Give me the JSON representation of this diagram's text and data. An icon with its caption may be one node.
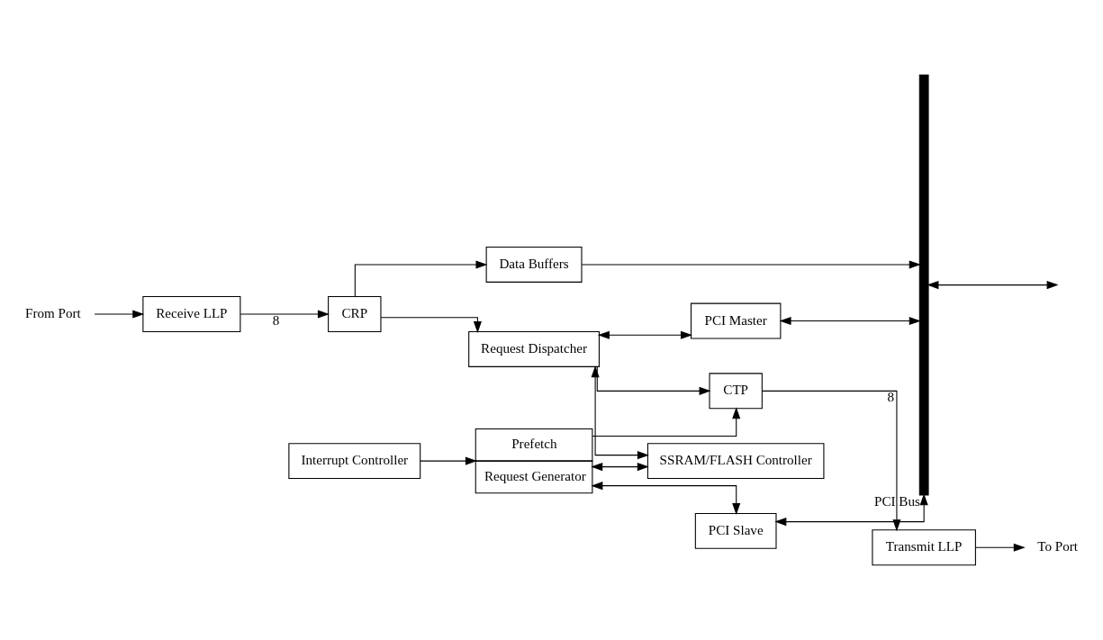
{
  "diagram": {
    "nodes": [
      {
        "text": [
          "From Port"
        ]
      },
      {
        "text": [
          "Receive LLP"
        ]
      },
      {
        "text": [
          "CRP"
        ]
      },
      {
        "text": [
          "Data Buffers"
        ]
      },
      {
        "text": [
          "Request Dispatcher"
        ]
      },
      {
        "text": [
          "PCI Master"
        ]
      },
      {
        "text": [
          "PCI Bus"
        ]
      },
      {
        "text": [
          "To Port"
        ]
      },
      {
        "text": [
          "Transmit LLP"
        ]
      },
      {
        "text": [
          "CTP"
        ]
      },
      {
        "text": [
          "Prefetch",
          "Request Generator"
        ]
      },
      {
        "text": [
          "PCI Slave"
        ]
      },
      {
        "text": [
          "SSRAM/FLASH Controller"
        ]
      },
      {
        "text": [
          "Interrupt Controller"
        ]
      }
    ],
    "edges": [
      {
        "from": 0,
        "to": 1,
        "arrow": "to"
      },
      {
        "from": 1,
        "to": 2,
        "arrow": "to",
        "label": "8"
      },
      {
        "from": 2,
        "to": 3,
        "arrow": "to"
      },
      {
        "from": 2,
        "to": 4,
        "arrow": "to"
      },
      {
        "from": 3,
        "to": 6,
        "arrow": "to"
      },
      {
        "from": 4,
        "to": 5,
        "arrow": "both"
      },
      {
        "from": 5,
        "to": 6,
        "arrow": "both"
      },
      {
        "from": 4,
        "to": 9,
        "arrow": "to"
      },
      {
        "from": 4,
        "to": 12,
        "arrow": "both"
      },
      {
        "from": 10,
        "to": 9,
        "arrow": "to"
      },
      {
        "from": 9,
        "to": 8,
        "arrow": "to",
        "label": "8"
      },
      {
        "from": 8,
        "to": 7,
        "arrow": "to"
      },
      {
        "from": 10,
        "to": 11,
        "arrow": "both"
      },
      {
        "from": 11,
        "to": 6,
        "arrow": "both"
      },
      {
        "from": 10,
        "to": 12,
        "arrow": "both"
      },
      {
        "from": 13,
        "to": 10,
        "arrow": "to"
      },
      {
        "from": 6,
        "to": null,
        "arrow": "both"
      }
    ]
  }
}
